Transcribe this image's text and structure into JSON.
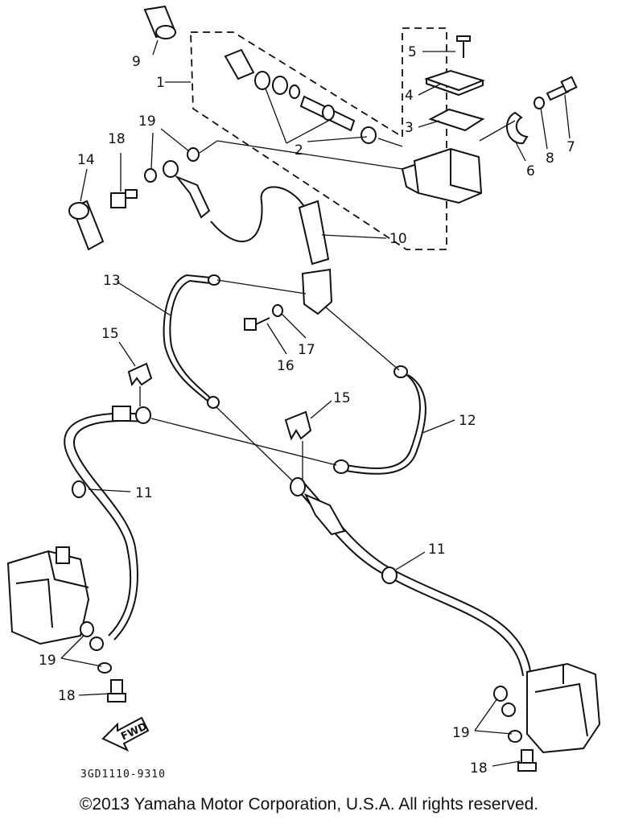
{
  "diagram": {
    "callouts": {
      "n1": "1",
      "n2": "2",
      "n3": "3",
      "n4": "4",
      "n5": "5",
      "n6": "6",
      "n7": "7",
      "n8": "8",
      "n9": "9",
      "n10": "10",
      "n11a": "11",
      "n11b": "11",
      "n12": "12",
      "n13": "13",
      "n14": "14",
      "n15a": "15",
      "n15b": "15",
      "n16": "16",
      "n17": "17",
      "n18a": "18",
      "n18b": "18",
      "n18c": "18",
      "n19a": "19",
      "n19b": "19",
      "n19c": "19"
    },
    "direction_arrow": "FWD",
    "diagram_code": "3GD1110-9310"
  },
  "footer": {
    "copyright": "©2013 Yamaha Motor Corporation, U.S.A. All rights reserved."
  }
}
